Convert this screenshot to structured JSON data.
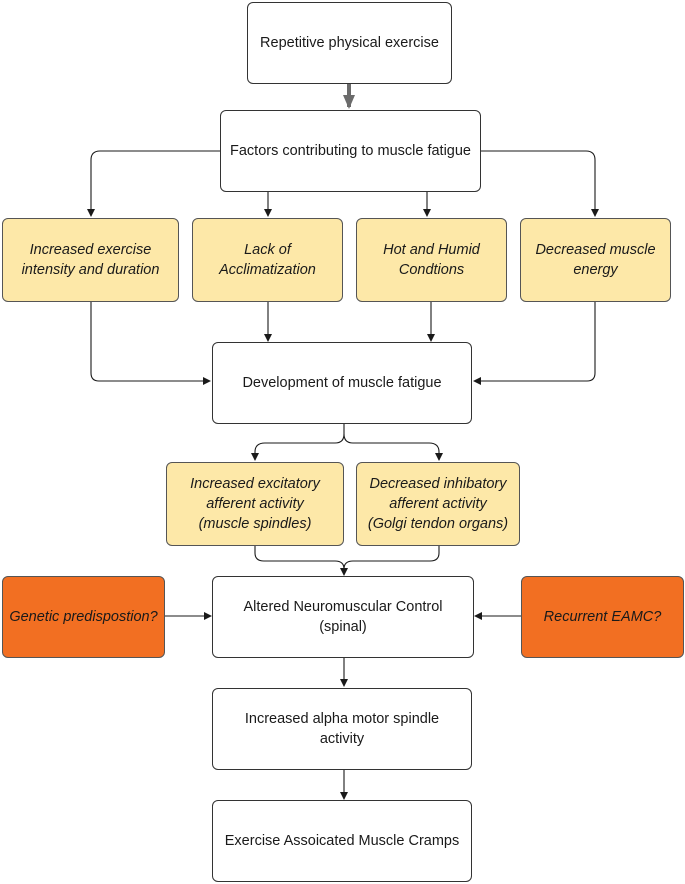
{
  "nodes": {
    "exercise": "Repetitive physical exercise",
    "factors": "Factors contributing to muscle fatigue",
    "intensity": "Increased exercise\nintensity and duration",
    "acclimatization": "Lack of\nAcclimatization",
    "hot_humid": "Hot and Humid\nCondtions",
    "energy": "Decreased muscle\nenergy",
    "fatigue": "Development of muscle fatigue",
    "excitatory": "Increased excitatory\nafferent activity\n(muscle spindles)",
    "inhibitory": "Decreased inhibatory\nafferent activity\n(Golgi tendon organs)",
    "genetic": "Genetic predispostion?",
    "neuromuscular": "Altered Neuromuscular Control\n(spinal)",
    "recurrent": "Recurrent EAMC?",
    "alpha_motor": "Increased alpha motor spindle\nactivity",
    "cramps": "Exercise Assoicated Muscle Cramps"
  },
  "colors": {
    "factor_fill": "#fde8a8",
    "risk_fill": "#f26f22",
    "box_fill": "#ffffff",
    "connector": "#1a1a1a",
    "thick_arrow": "#6b6b6b"
  }
}
